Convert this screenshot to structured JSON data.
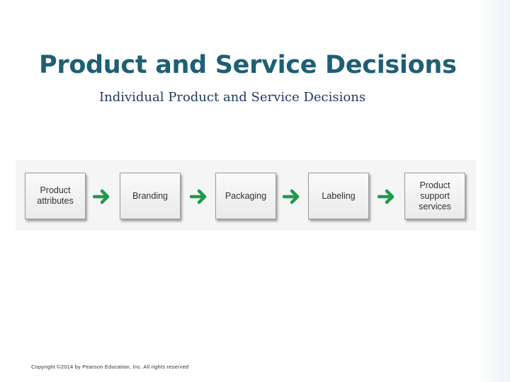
{
  "slide": {
    "title": "Product and Service Decisions",
    "subtitle": "Individual Product and Service Decisions",
    "copyright": "Copyright ©2014 by Pearson Education, Inc. All rights reserved"
  },
  "diagram": {
    "steps": [
      {
        "label": "Product\nattributes"
      },
      {
        "label": "Branding"
      },
      {
        "label": "Packaging"
      },
      {
        "label": "Labeling"
      },
      {
        "label": "Product\nsupport\nservices"
      }
    ],
    "arrow_color": "#1f9a4a"
  },
  "colors": {
    "title": "#1e5f74",
    "subtitle": "#1e3a5f"
  }
}
